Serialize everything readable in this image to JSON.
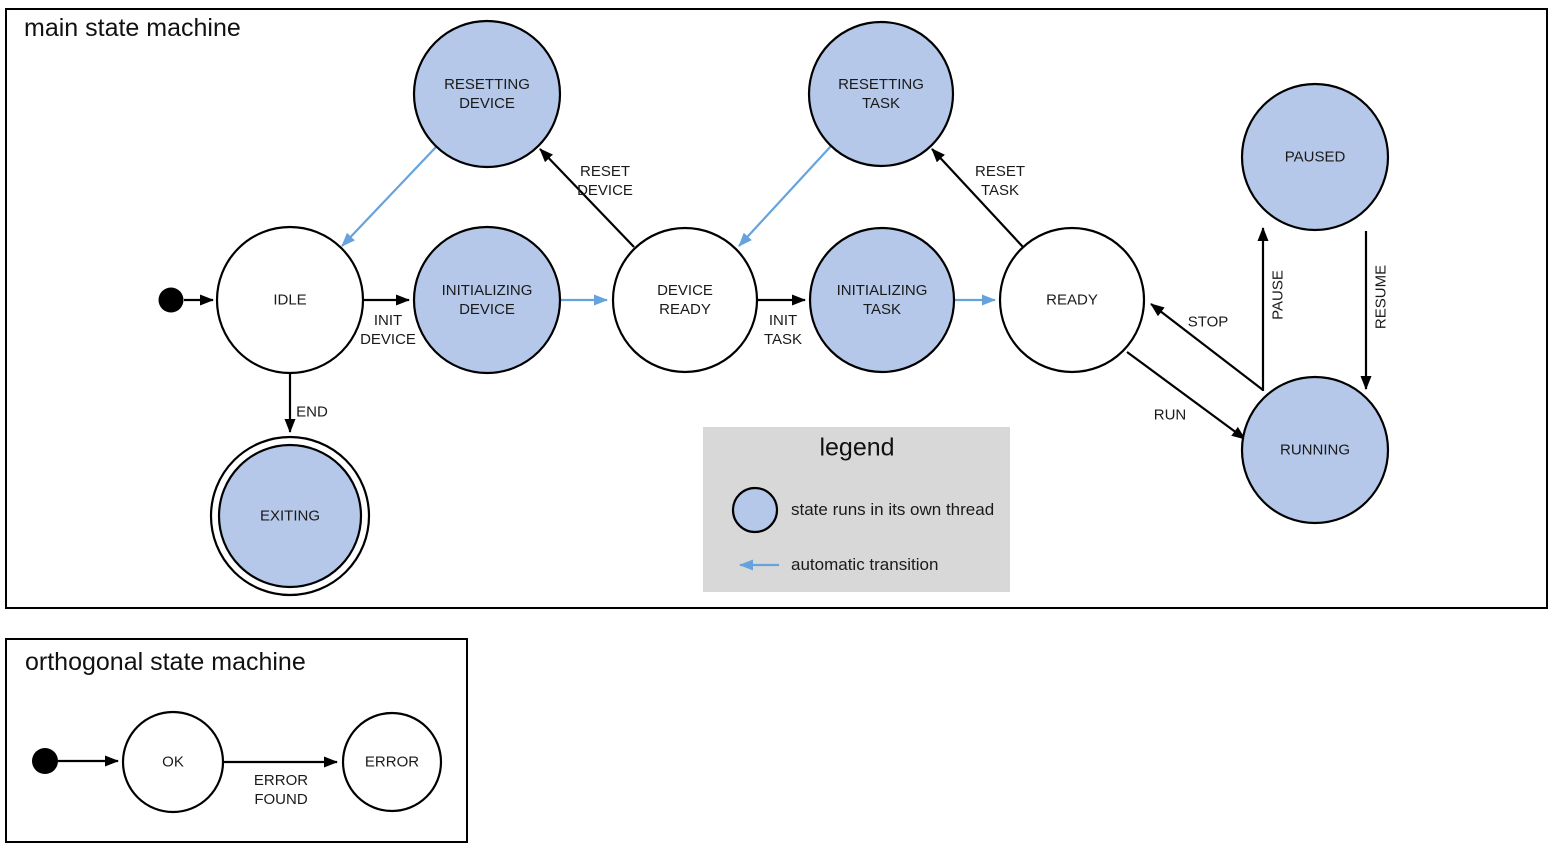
{
  "main": {
    "title": "main state machine",
    "states": {
      "idle": "IDLE",
      "resetting_device": "RESETTING\nDEVICE",
      "initializing_device": "INITIALIZING\nDEVICE",
      "device_ready": "DEVICE\nREADY",
      "resetting_task": "RESETTING\nTASK",
      "initializing_task": "INITIALIZING\nTASK",
      "ready": "READY",
      "paused": "PAUSED",
      "running": "RUNNING",
      "exiting": "EXITING"
    },
    "transitions": {
      "init_device": "INIT\nDEVICE",
      "reset_device": "RESET\nDEVICE",
      "init_task": "INIT\nTASK",
      "reset_task": "RESET\nTASK",
      "stop": "STOP",
      "run": "RUN",
      "pause": "PAUSE",
      "resume": "RESUME",
      "end": "END"
    }
  },
  "legend": {
    "title": "legend",
    "thread_label": "state runs in its own thread",
    "auto_label": "automatic transition"
  },
  "orthogonal": {
    "title": "orthogonal state machine",
    "states": {
      "ok": "OK",
      "error": "ERROR"
    },
    "transitions": {
      "error_found": "ERROR\nFOUND"
    }
  },
  "colors": {
    "thread_state_fill": "#b5c8e9",
    "auto_transition_arrow": "#66a3dd",
    "legend_background": "#d8d8d8",
    "outline": "#000000"
  }
}
